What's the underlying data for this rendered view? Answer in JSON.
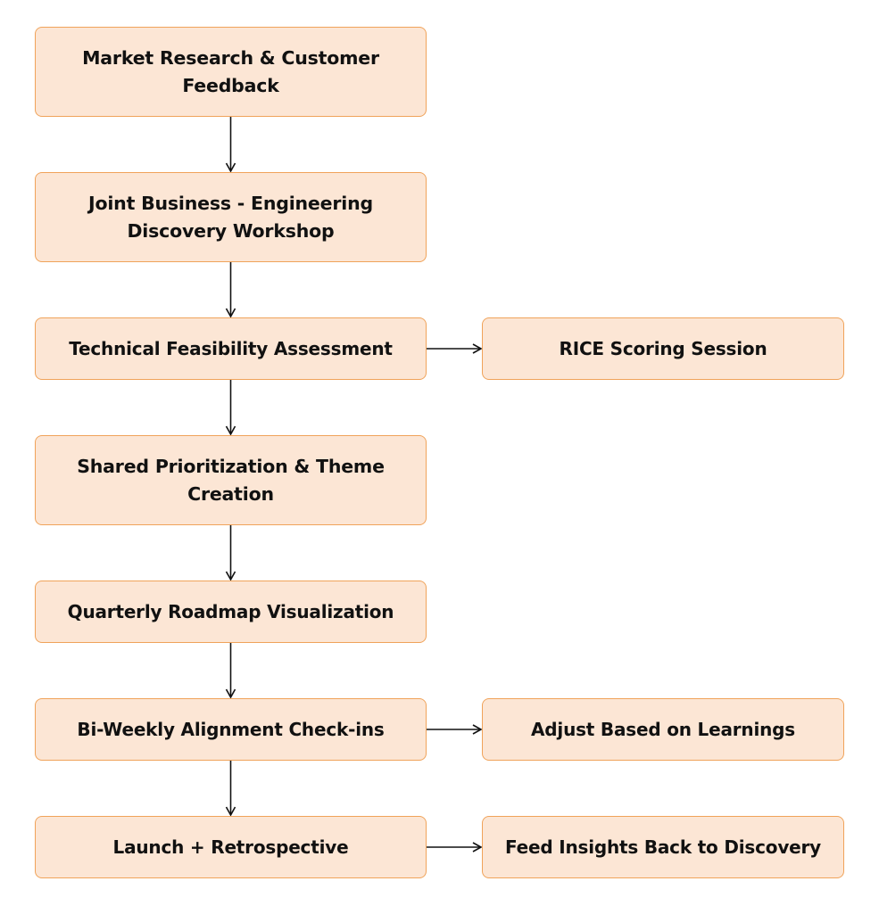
{
  "diagram": {
    "nodes": {
      "market_research": "Market Research & Customer Feedback",
      "discovery_workshop": "Joint Business - Engineering Discovery Workshop",
      "feasibility": "Technical Feasibility Assessment",
      "rice_scoring": "RICE Scoring Session",
      "prioritization": "Shared Prioritization & Theme Creation",
      "roadmap": "Quarterly Roadmap Visualization",
      "checkins": "Bi-Weekly Alignment Check-ins",
      "adjust": "Adjust Based on Learnings",
      "launch": "Launch + Retrospective",
      "feedback": "Feed Insights Back to Discovery"
    },
    "edges": [
      {
        "from": "market_research",
        "to": "discovery_workshop"
      },
      {
        "from": "discovery_workshop",
        "to": "feasibility"
      },
      {
        "from": "feasibility",
        "to": "rice_scoring"
      },
      {
        "from": "feasibility",
        "to": "prioritization"
      },
      {
        "from": "prioritization",
        "to": "roadmap"
      },
      {
        "from": "roadmap",
        "to": "checkins"
      },
      {
        "from": "checkins",
        "to": "adjust"
      },
      {
        "from": "checkins",
        "to": "launch"
      },
      {
        "from": "launch",
        "to": "feedback"
      }
    ],
    "colors": {
      "node_fill": "#fce6d5",
      "node_border": "#f0a35a",
      "text": "#111111",
      "arrow": "#111111"
    }
  }
}
